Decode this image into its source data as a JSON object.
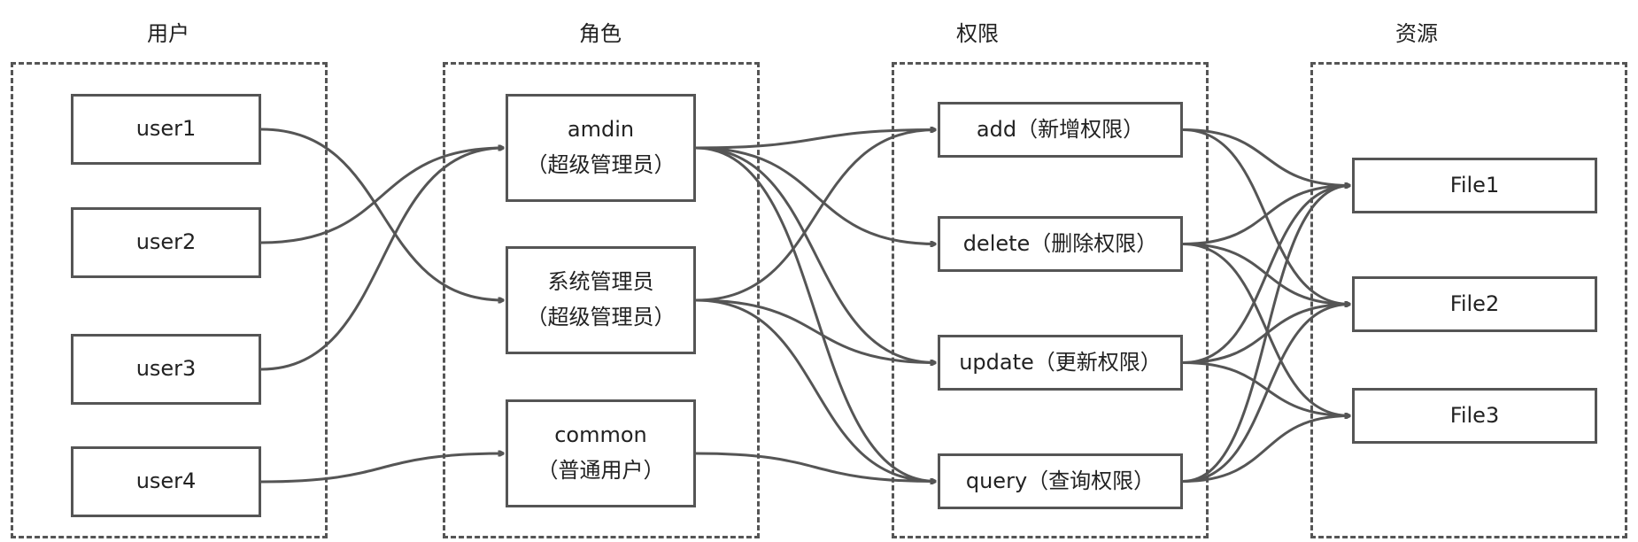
{
  "columns": {
    "users": "用户",
    "roles": "角色",
    "permissions": "权限",
    "resources": "资源"
  },
  "users": [
    "user1",
    "user2",
    "user3",
    "user4"
  ],
  "roles": [
    {
      "line1": "amdin",
      "line2": "（超级管理员）"
    },
    {
      "line1": "系统管理员",
      "line2": "（超级管理员）"
    },
    {
      "line1": "common",
      "line2": "（普通用户）"
    }
  ],
  "permissions": [
    "add（新增权限）",
    "delete（删除权限）",
    "update（更新权限）",
    "query（查询权限）"
  ],
  "resources": [
    "File1",
    "File2",
    "File3"
  ],
  "edges": [
    {
      "from": "user1",
      "to": "系统管理员"
    },
    {
      "from": "user2",
      "to": "amdin"
    },
    {
      "from": "user3",
      "to": "amdin"
    },
    {
      "from": "user4",
      "to": "common"
    },
    {
      "from": "amdin",
      "to": "add"
    },
    {
      "from": "amdin",
      "to": "delete"
    },
    {
      "from": "amdin",
      "to": "update"
    },
    {
      "from": "amdin",
      "to": "query"
    },
    {
      "from": "系统管理员",
      "to": "add"
    },
    {
      "from": "系统管理员",
      "to": "update"
    },
    {
      "from": "系统管理员",
      "to": "query"
    },
    {
      "from": "common",
      "to": "query"
    },
    {
      "from": "add",
      "to": "File1"
    },
    {
      "from": "add",
      "to": "File2"
    },
    {
      "from": "delete",
      "to": "File1"
    },
    {
      "from": "delete",
      "to": "File2"
    },
    {
      "from": "delete",
      "to": "File3"
    },
    {
      "from": "update",
      "to": "File1"
    },
    {
      "from": "update",
      "to": "File2"
    },
    {
      "from": "update",
      "to": "File3"
    },
    {
      "from": "query",
      "to": "File1"
    },
    {
      "from": "query",
      "to": "File2"
    },
    {
      "from": "query",
      "to": "File3"
    }
  ],
  "colors": {
    "stroke": "#555555",
    "background": "#ffffff"
  }
}
